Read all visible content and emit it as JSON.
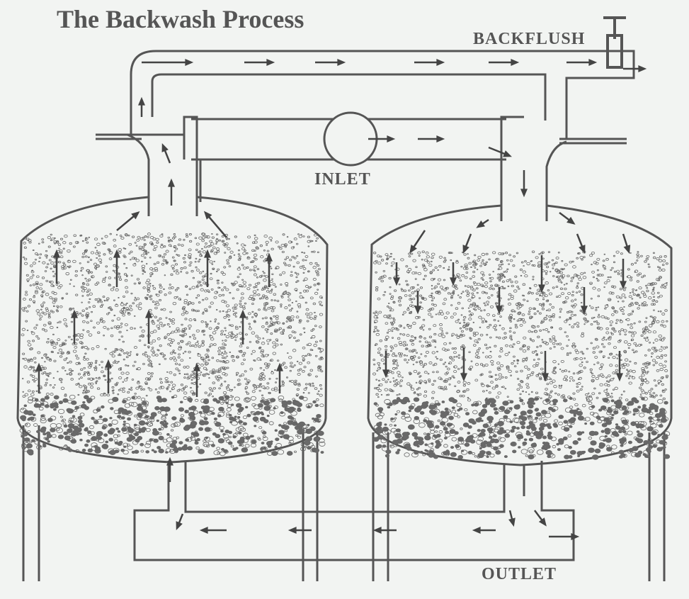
{
  "title": "The Backwash Process",
  "labels": {
    "backflush": "BACKFLUSH",
    "inlet": "INLET",
    "outlet": "OUTLET"
  },
  "colors": {
    "background": "#f2f4f2",
    "ink": "#555555",
    "gravel": "#6a6a6a"
  }
}
